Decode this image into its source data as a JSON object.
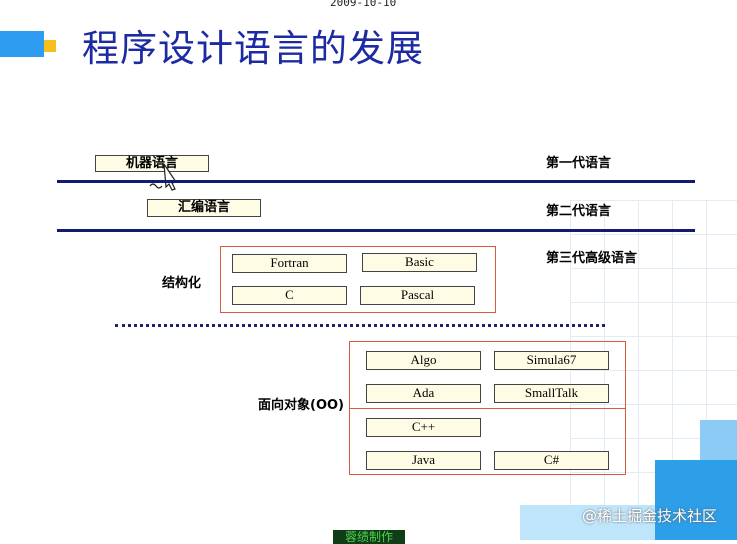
{
  "header": {
    "date": "2009-10-10",
    "title": "程序设计语言的发展"
  },
  "generations": {
    "first": {
      "label": "第一代语言",
      "item": "机器语言"
    },
    "second": {
      "label": "第二代语言",
      "item": "汇编语言"
    },
    "third": {
      "label": "第三代高级语言"
    }
  },
  "structured": {
    "label": "结构化",
    "languages": [
      "Fortran",
      "Basic",
      "C",
      "Pascal"
    ]
  },
  "object_oriented": {
    "label": "面向对象(OO)",
    "languages": [
      "Algo",
      "Simula67",
      "Ada",
      "SmallTalk",
      "C++",
      "Java",
      "C#"
    ]
  },
  "watermark": "@稀土掘金技术社区",
  "footer": "蓉绩制作",
  "colors": {
    "title": "#1c2aa3",
    "accent_blue": "#2e9cf0",
    "accent_yellow": "#f5bf1c",
    "line": "#141a6e",
    "frame": "#d9593f",
    "box_fill": "#fffce6"
  }
}
